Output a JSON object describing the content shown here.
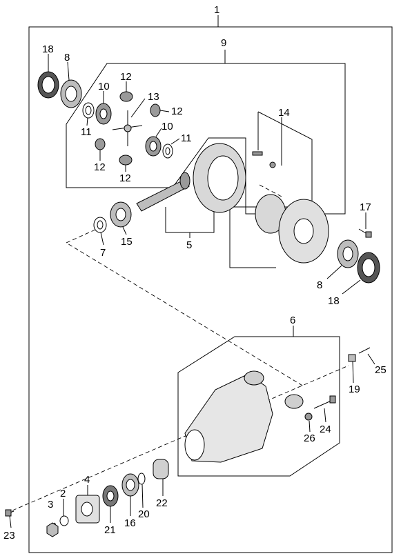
{
  "callouts": {
    "c1": "1",
    "c9": "9",
    "c18a": "18",
    "c8a": "8",
    "c12a": "12",
    "c10a": "10",
    "c13": "13",
    "c12b": "12",
    "c11a": "11",
    "c10b": "10",
    "c11b": "11",
    "c12c": "12",
    "c12d": "12",
    "c14": "14",
    "c17": "17",
    "c7": "7",
    "c15": "15",
    "c5": "5",
    "c8b": "8",
    "c18b": "18",
    "c6": "6",
    "c25": "25",
    "c19": "19",
    "c24": "24",
    "c26": "26",
    "c4": "4",
    "c3": "3",
    "c2": "2",
    "c21": "21",
    "c16": "16",
    "c20": "20",
    "c22": "22",
    "c23": "23"
  },
  "colors": {
    "line": "#000000",
    "fill": "#ffffff",
    "shade": "#bdbdbd",
    "dark": "#555555"
  }
}
